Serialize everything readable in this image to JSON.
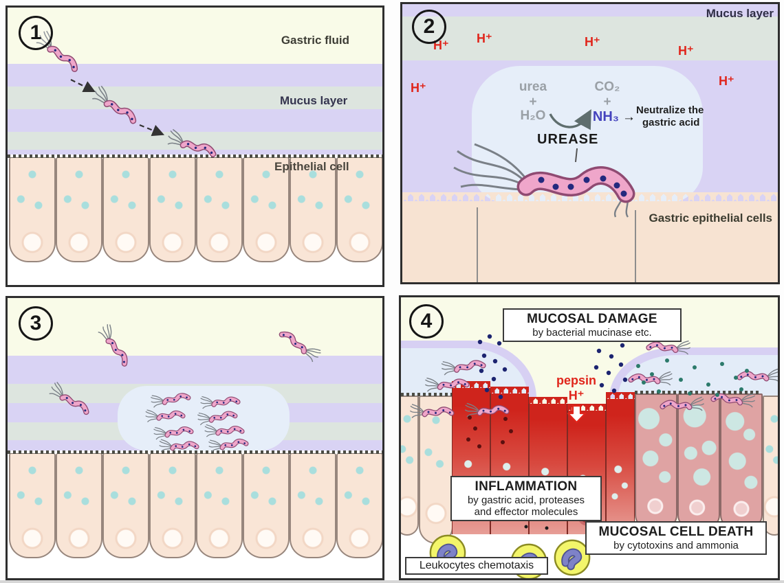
{
  "figure_title": "Helicobacter pylori gastric pathogenesis, four stages",
  "colors": {
    "gastric_fluid_yellow": "#f9fbe8",
    "mucus_lavender": "#d9d3f4",
    "mucus_green": "#dde5df",
    "neutral_zone_blue": "#e6eef9",
    "epithelial_peach": "#f9e5d6",
    "bacterium_pink": "#efa6ca",
    "acid_red": "#e0251b",
    "nh3_blue": "#4443bd",
    "damaged_cell_red": "#cf241c",
    "dying_cell_rose": "#dfa3a3",
    "leukocyte_yellow": "#f3f56a",
    "leukocyte_nucleus_purple": "#7e82c8"
  },
  "p1": {
    "number": "1",
    "gastric_fluid": "Gastric fluid",
    "mucus_layer": "Mucus layer",
    "epithelial_cell": "Epithelial cell"
  },
  "p2": {
    "number": "2",
    "mucus_layer": "Mucus layer",
    "h_plus": "H⁺",
    "urea": "urea",
    "plus": "+",
    "h2o": "H₂O",
    "co2": "CO₂",
    "nh3": "NH₃",
    "arrow": "→",
    "neutralize_1": "Neutralize the",
    "neutralize_2": "gastric acid",
    "urease": "UREASE",
    "gastric_epithelial_cells": "Gastric epithelial cells"
  },
  "p3": {
    "number": "3"
  },
  "p4": {
    "number": "4",
    "mucosal_damage_title": "MUCOSAL DAMAGE",
    "mucosal_damage_sub": "by bacterial mucinase etc.",
    "pepsin": "pepsin",
    "h_plus": "H⁺",
    "inflammation_title": "INFLAMMATION",
    "inflammation_sub1": "by gastric acid, proteases",
    "inflammation_sub2": "and effector molecules",
    "cell_death_title": "MUCOSAL CELL DEATH",
    "cell_death_sub": "by cytotoxins and ammonia",
    "leukocytes_label": "Leukocytes chemotaxis"
  }
}
